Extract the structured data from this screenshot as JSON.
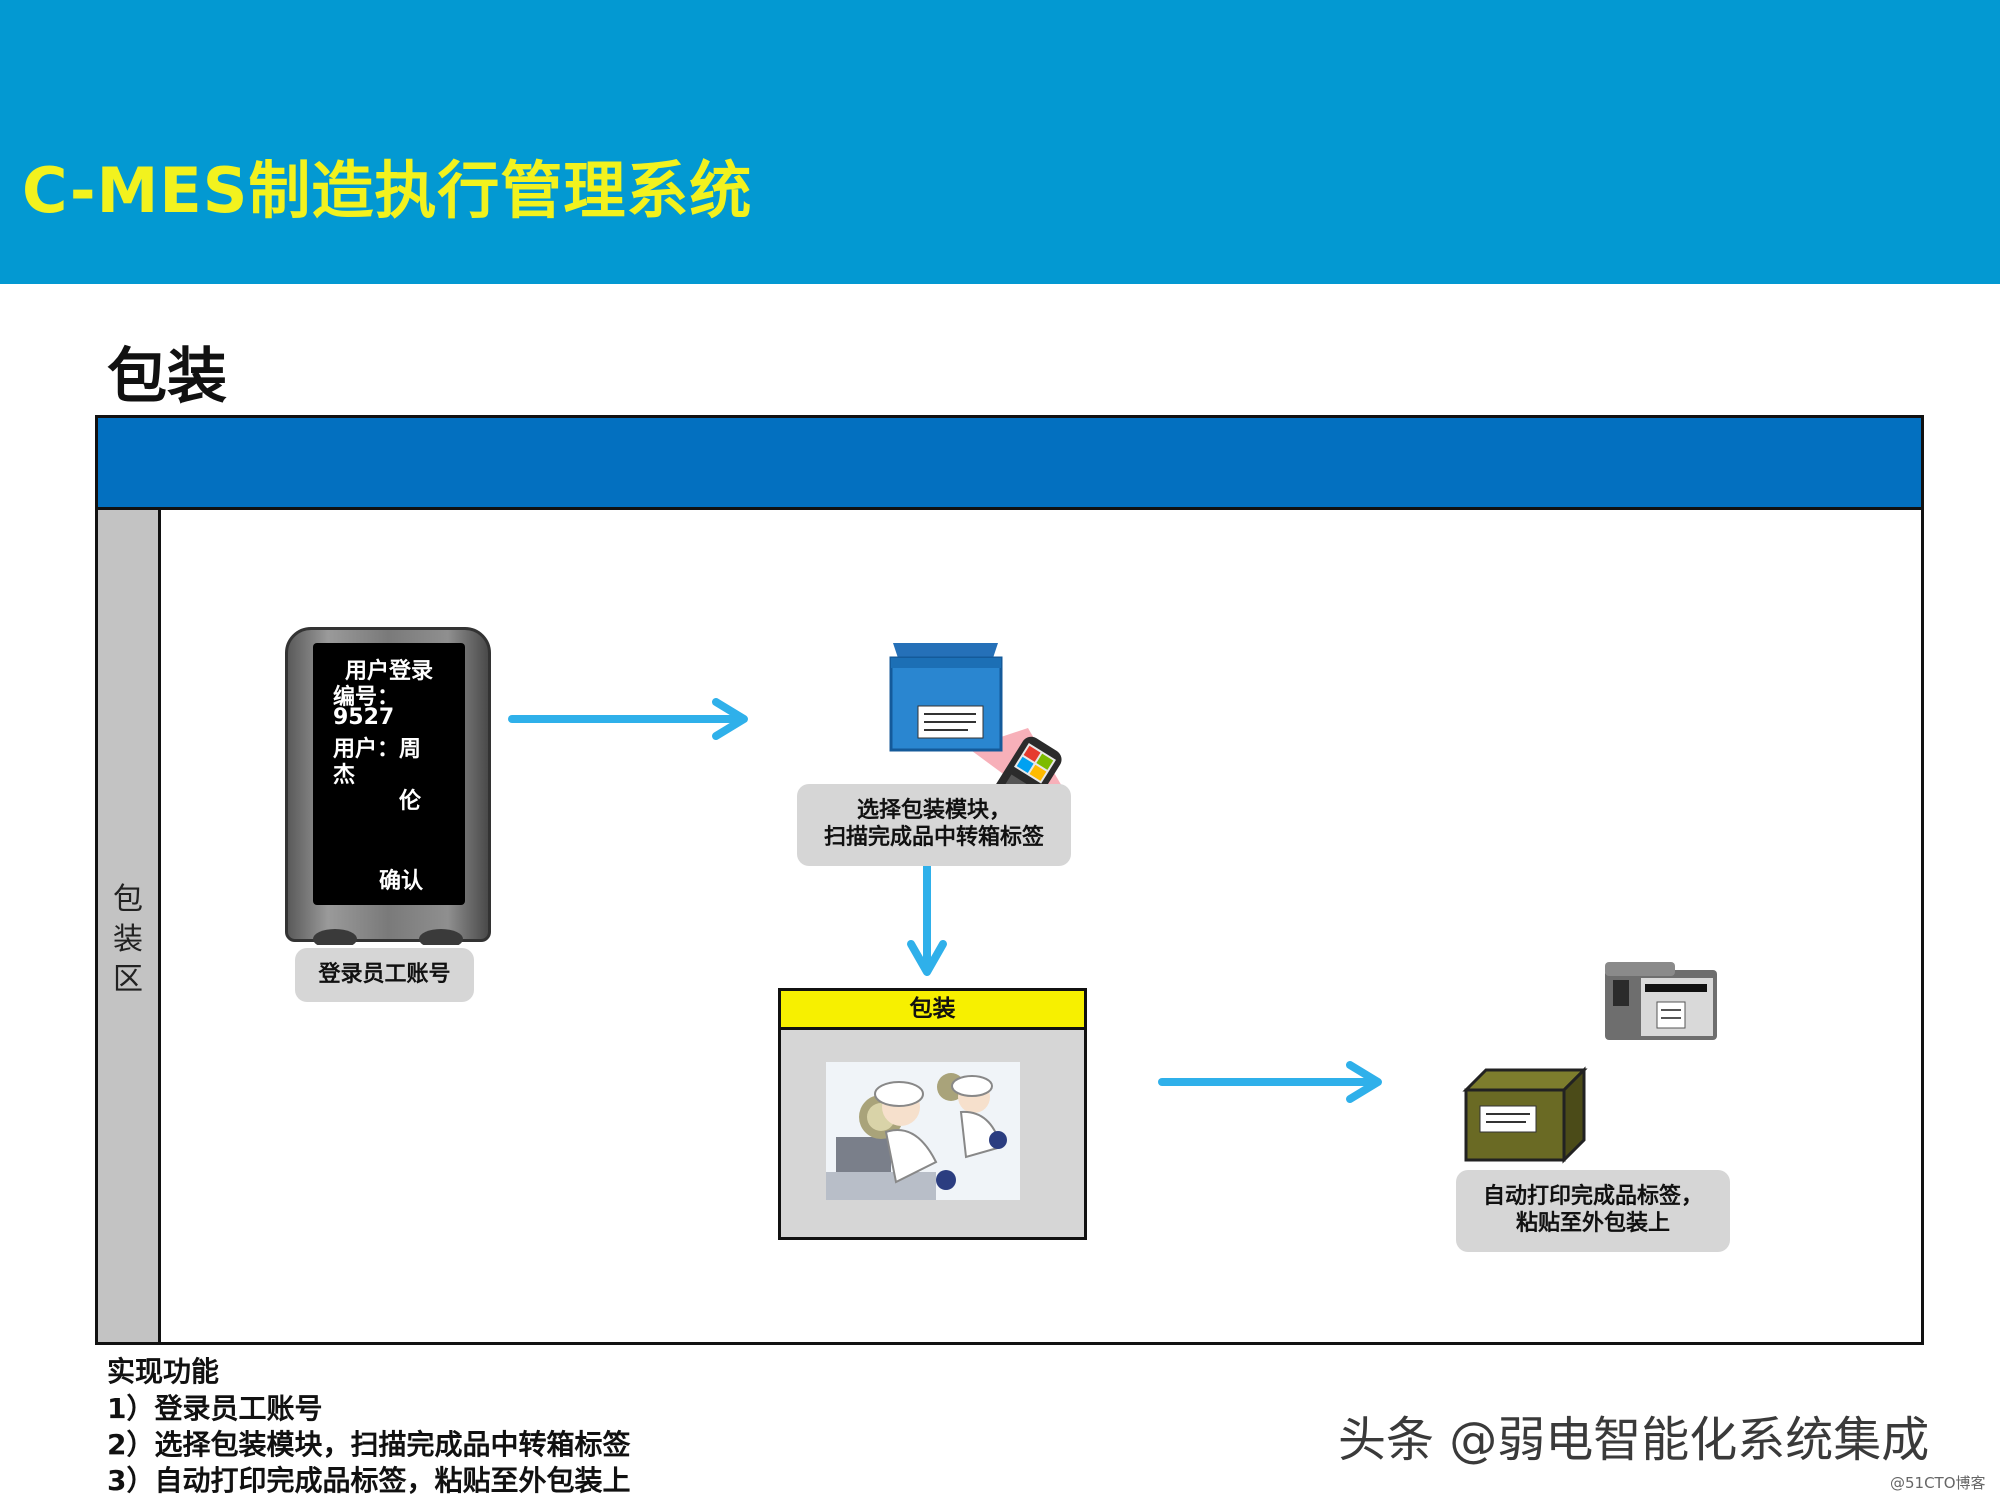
{
  "header": {
    "title": "C-MES制造执行管理系统"
  },
  "section": {
    "title": "包装"
  },
  "zone": {
    "label_chars": [
      "包",
      "装",
      "区"
    ]
  },
  "phone": {
    "screen": {
      "title": "用户登录",
      "id_label": "编号：",
      "id_value": "9527",
      "user_label": "用户：周",
      "user_line2": "杰",
      "user_line3": "伦",
      "confirm": "确认"
    },
    "caption": "登录员工账号"
  },
  "scan_step": {
    "caption_lines": [
      "选择包装模块，",
      "扫描完成品中转箱标签"
    ]
  },
  "pack_step": {
    "header": "包装"
  },
  "print_step": {
    "caption_lines": [
      "自动打印完成品标签，",
      "粘贴至外包装上"
    ]
  },
  "footer": {
    "heading": "实现功能",
    "items": [
      "1）登录员工账号",
      "2）选择包装模块，扫描完成品中转箱标签",
      "3）自动打印完成品标签，粘贴至外包装上"
    ]
  },
  "watermark": "头条 @弱电智能化系统集成",
  "credit": "@51CTO博客",
  "colors": {
    "header": "#0399d2",
    "title": "#f2f21e",
    "frame_bar": "#0370c0",
    "arrow": "#2fb0ea",
    "pack_header": "#f7f000"
  }
}
